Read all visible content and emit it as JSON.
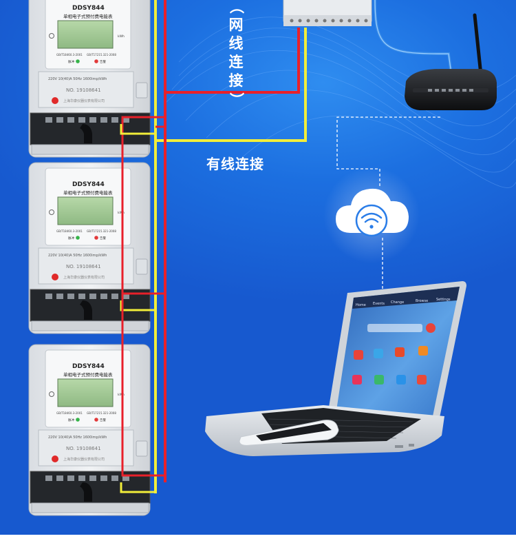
{
  "labels": {
    "ethernet_vertical": "（网线连接）",
    "wired_connection": "有线连接"
  },
  "meters": [
    {
      "model": "DDSY844",
      "type": "单相电子式预付费电能表",
      "standard_left": "GB/T18460.3-2001",
      "standard_right": "GB/T17215.321-2008",
      "indicator_pulse": "脉冲",
      "indicator_alarm": "告警",
      "rating": "220V   10(40)A   50Hz   1600imp/kWh",
      "serial_label": "NO.",
      "serial": "19108641",
      "maker": "上海华康仪器仪表有限公司",
      "unit": "kWh"
    },
    {
      "model": "DDSY844",
      "type": "单相电子式预付费电能表",
      "standard_left": "GB/T18460.3-2001",
      "standard_right": "GB/T17215.321-2008",
      "indicator_pulse": "脉冲",
      "indicator_alarm": "告警",
      "rating": "220V   10(40)A   50Hz   1600imp/kWh",
      "serial_label": "NO.",
      "serial": "19108641",
      "maker": "上海华康仪器仪表有限公司",
      "unit": "kWh"
    },
    {
      "model": "DDSY844",
      "type": "单相电子式预付费电能表",
      "standard_left": "GB/T18460.3-2001",
      "standard_right": "GB/T17215.321-2008",
      "indicator_pulse": "脉冲",
      "indicator_alarm": "告警",
      "rating": "220V   10(40)A   50Hz   1600imp/kWh",
      "serial_label": "NO.",
      "serial": "19108641",
      "maker": "上海华康仪器仪表有限公司",
      "unit": "kWh"
    }
  ],
  "laptop_tabs": [
    "Home",
    "Events",
    "Change",
    "Browse",
    "Settings"
  ],
  "colors": {
    "background": "#1c6fe0",
    "wire_red": "#e8202a",
    "wire_yellow": "#f2ee3a",
    "network_cable": "#3b8ee8",
    "cloud": "#ffffff",
    "wifi_symbol": "#2a7de8"
  },
  "icons": [
    "cloud-wifi-icon",
    "router-icon",
    "concentrator-device-icon",
    "laptop-icon",
    "smartphone-icon",
    "meter-logo-icon"
  ]
}
